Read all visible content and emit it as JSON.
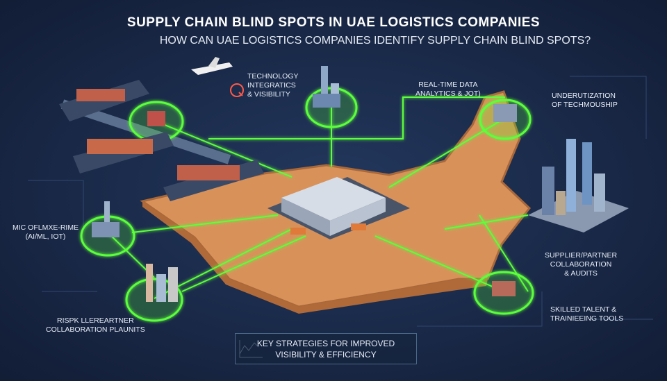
{
  "header": {
    "title": "SUPPLY CHAIN BLIND SPOTS IN UAE LOGISTICS COMPANIES",
    "subtitle": "HOW CAN UAE LOGISTICS COMPANIES IDENTIFY SUPPLY CHAIN BLIND SPOTS?"
  },
  "labels": {
    "tech_1": "Technology",
    "tech_2": "Integratics",
    "tech_3": "& Visibility",
    "realtime_1": "Real-Time Data",
    "realtime_2": "Analytics & JOT)",
    "under_1": "Underutization",
    "under_2": "of Techmouship",
    "mic_1": "Mic oflmxe-rime",
    "mic_2": "(AI/ML, IOT)",
    "supplier_1": "Supplier/Partner",
    "supplier_2": "Collaboration",
    "supplier_3": "& Audits",
    "risk_1": "Rispk llereartner",
    "risk_2": "Collaboration plaunits",
    "skilled_1": "Skilled Talent &",
    "skilled_2": "Trainieeing Tools"
  },
  "strategy_box": {
    "line1": "Key Strategies for Improved",
    "line2": "Visibility & Efficiency"
  },
  "colors": {
    "background": "#1a2a4a",
    "land": "#d9915a",
    "accent_green": "#5cff3a"
  }
}
